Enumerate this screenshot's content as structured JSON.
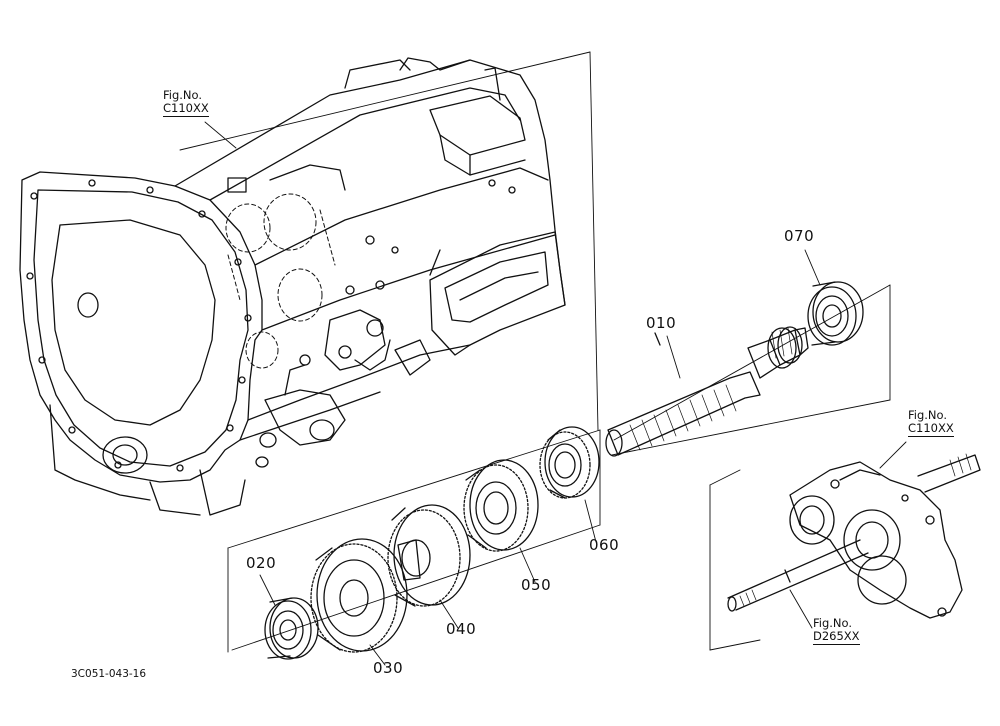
{
  "diagram": {
    "part_labels": [
      {
        "id": "010",
        "text": "010"
      },
      {
        "id": "020",
        "text": "020"
      },
      {
        "id": "030",
        "text": "030"
      },
      {
        "id": "040",
        "text": "040"
      },
      {
        "id": "050",
        "text": "050"
      },
      {
        "id": "060",
        "text": "060"
      },
      {
        "id": "070",
        "text": "070"
      }
    ],
    "figure_refs": [
      {
        "title": "Fig.No.",
        "code": "C110XX"
      },
      {
        "title": "Fig.No.",
        "code": "C110XX"
      },
      {
        "title": "Fig.No.",
        "code": "D265XX"
      }
    ],
    "drawing_code": "3C051-043-16"
  }
}
